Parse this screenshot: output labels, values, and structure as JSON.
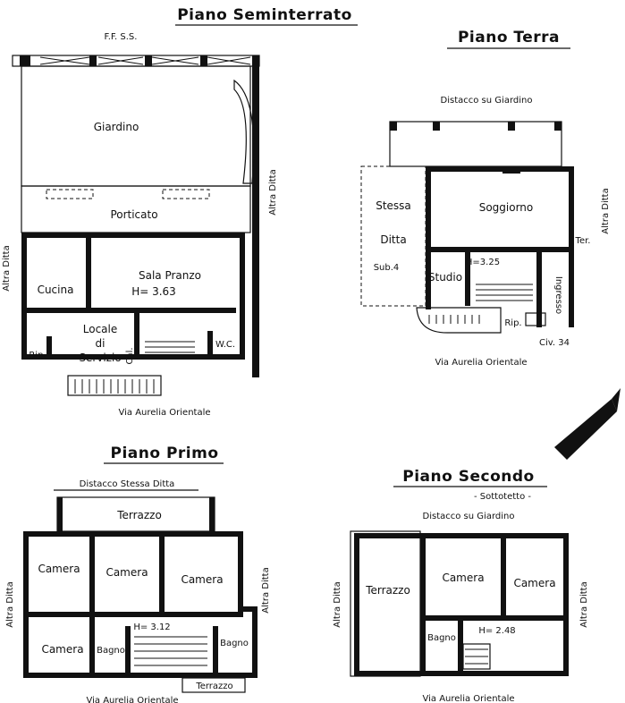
{
  "colors": {
    "ink": "#111111",
    "paper": "#ffffff"
  },
  "seminterrato": {
    "title": "Piano Seminterrato",
    "ffss": "F.F. S.S.",
    "giardino": "Giardino",
    "porticato": "Porticato",
    "sala_pranzo": "Sala Pranzo",
    "sala_h": "H= 3.63",
    "cucina": "Cucina",
    "locale": "Locale",
    "di": "di",
    "servizio": "Servizio",
    "cal": "Cal.",
    "wc": "W.C.",
    "rip": "Rip.",
    "altra_ditta_left": "Altra Ditta",
    "altra_ditta_right": "Altra Ditta",
    "via": "Via Aurelia Orientale"
  },
  "terra": {
    "title": "Piano Terra",
    "distacco": "Distacco su Giardino",
    "stessa": "Stessa",
    "ditta": "Ditta",
    "sub": "Sub.4",
    "soggiorno": "Soggiorno",
    "h": "H=3.25",
    "studio": "Studio",
    "ingresso": "Ingresso",
    "ter": "Ter.",
    "rip": "Rip.",
    "altra_ditta": "Altra Ditta",
    "civ": "Civ. 34",
    "via": "Via Aurelia Orientale"
  },
  "nord": "NORD",
  "primo": {
    "title": "Piano Primo",
    "distacco": "Distacco Stessa Ditta",
    "terrazzo_top": "Terrazzo",
    "camera1": "Camera",
    "camera2": "Camera",
    "camera3": "Camera",
    "camera4": "Camera",
    "bagno1": "Bagno",
    "bagno2": "Bagno",
    "h": "H= 3.12",
    "terrazzo_bottom": "Terrazzo",
    "altra_ditta_left": "Altra Ditta",
    "altra_ditta_right": "Altra Ditta",
    "via": "Via Aurelia Orientale"
  },
  "secondo": {
    "title": "Piano Secondo",
    "subtitle": "- Sottotetto -",
    "distacco": "Distacco su Giardino",
    "terrazzo": "Terrazzo",
    "camera1": "Camera",
    "camera2": "Camera",
    "bagno": "Bagno",
    "h": "H= 2.48",
    "altra_ditta_left": "Altra Ditta",
    "altra_ditta_right": "Altra Ditta",
    "via": "Via Aurelia Orientale"
  }
}
